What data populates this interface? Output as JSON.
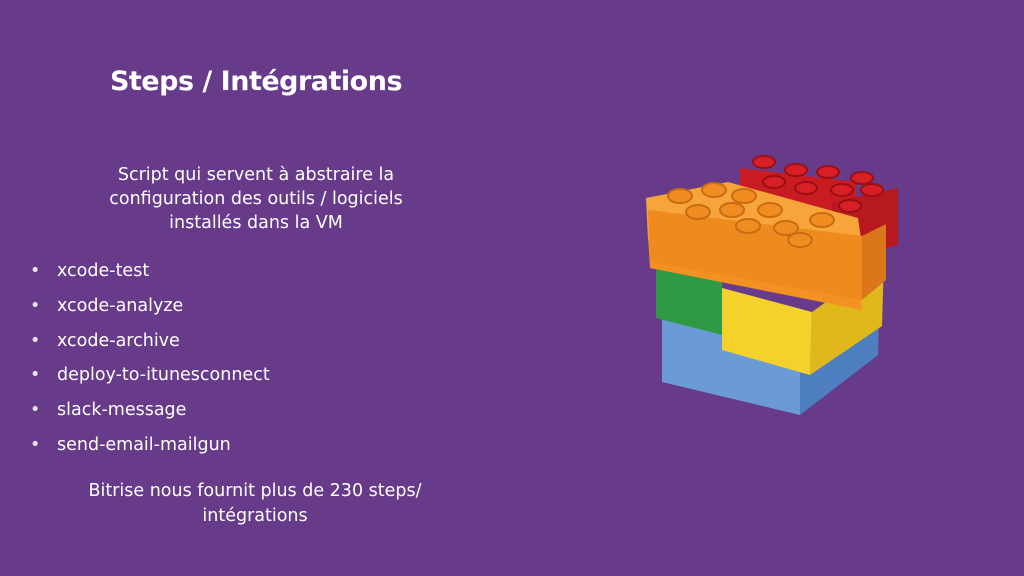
{
  "slide": {
    "title": "Steps / Intégrations",
    "intro_lines": [
      "Script qui servent à abstraire la",
      "configuration des outils / logiciels",
      "installés dans la VM"
    ],
    "bullet_marker": "•",
    "bullets": [
      "xcode-test",
      "xcode-analyze",
      "xcode-archive",
      "deploy-to-itunesconnect",
      "slack-message",
      "send-email-mailgun"
    ],
    "footer_lines": [
      "Bitrise nous fournit plus de 230 steps/",
      "intégrations"
    ]
  },
  "image": {
    "icon": "lego-bricks-cube",
    "colors": {
      "background": "#673b8a",
      "orange": "#f39122",
      "red": "#d91f26",
      "yellow": "#f4d22b",
      "green": "#2f9a45",
      "blue": "#6a9bd6"
    }
  }
}
